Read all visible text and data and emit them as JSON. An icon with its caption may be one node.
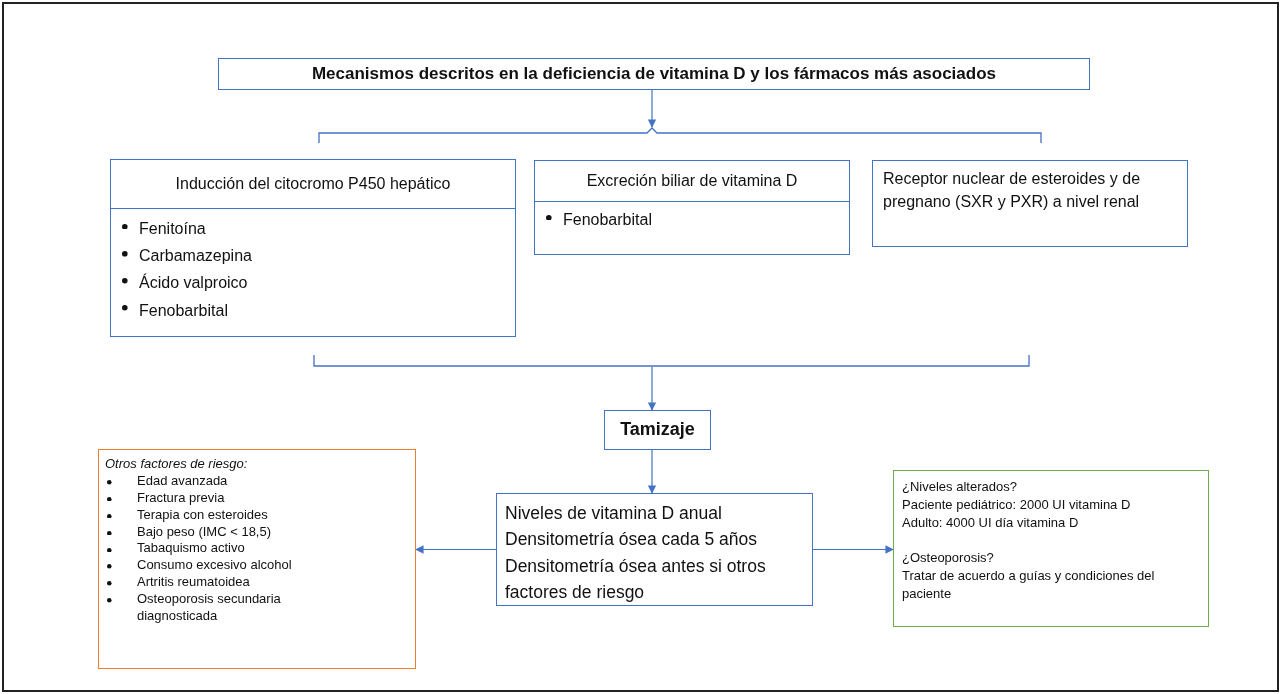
{
  "diagram": {
    "nodes": [
      {
        "text": [
          "Mecanismos descritos en la deficiencia de vitamina D y los fármacos más asociados"
        ]
      },
      {
        "text": [],
        "shape": "bracket"
      },
      {
        "text": [
          "Inducción del citocromo P450 hepático",
          "Fenitoína",
          "Carbamazepina",
          "Ácido valproico",
          "Fenobarbital"
        ]
      },
      {
        "text": [
          "Excreción biliar de vitamina D",
          "Fenobarbital"
        ]
      },
      {
        "text": [
          "Receptor nuclear de esteroides y de pregnano (SXR y PXR) a nivel renal"
        ]
      },
      {
        "text": [],
        "shape": "bracket"
      },
      {
        "text": [
          "Tamizaje"
        ]
      },
      {
        "text": [
          "Otros factores de riesgo:",
          "Edad avanzada",
          "Fractura previa",
          "Terapia con esteroides",
          "Bajo peso (IMC <  18,5)",
          "Tabaquismo activo",
          "Consumo excesivo alcohol",
          "Artritis reumatoidea",
          "Osteoporosis secundaria diagnosticada"
        ]
      },
      {
        "text": [
          "Niveles de vitamina D anual",
          "Densitometría ósea cada 5 años",
          "Densitometría ósea antes si otros factores de riesgo"
        ]
      },
      {
        "text": [
          "¿Niveles alterados?",
          "Paciente pediátrico: 2000 UI vitamina D",
          "Adulto: 4000 UI día vitamina D",
          "¿Osteoporosis?",
          "Tratar de acuerdo a guías y condiciones del paciente"
        ]
      }
    ],
    "edges": [
      {
        "from": 0,
        "to": 1,
        "arrow": "to"
      },
      {
        "from": 5,
        "to": 6,
        "arrow": "to"
      },
      {
        "from": 6,
        "to": 8,
        "arrow": "to"
      },
      {
        "from": 8,
        "to": 7,
        "arrow": "to"
      },
      {
        "from": 8,
        "to": 9,
        "arrow": "to"
      }
    ]
  }
}
